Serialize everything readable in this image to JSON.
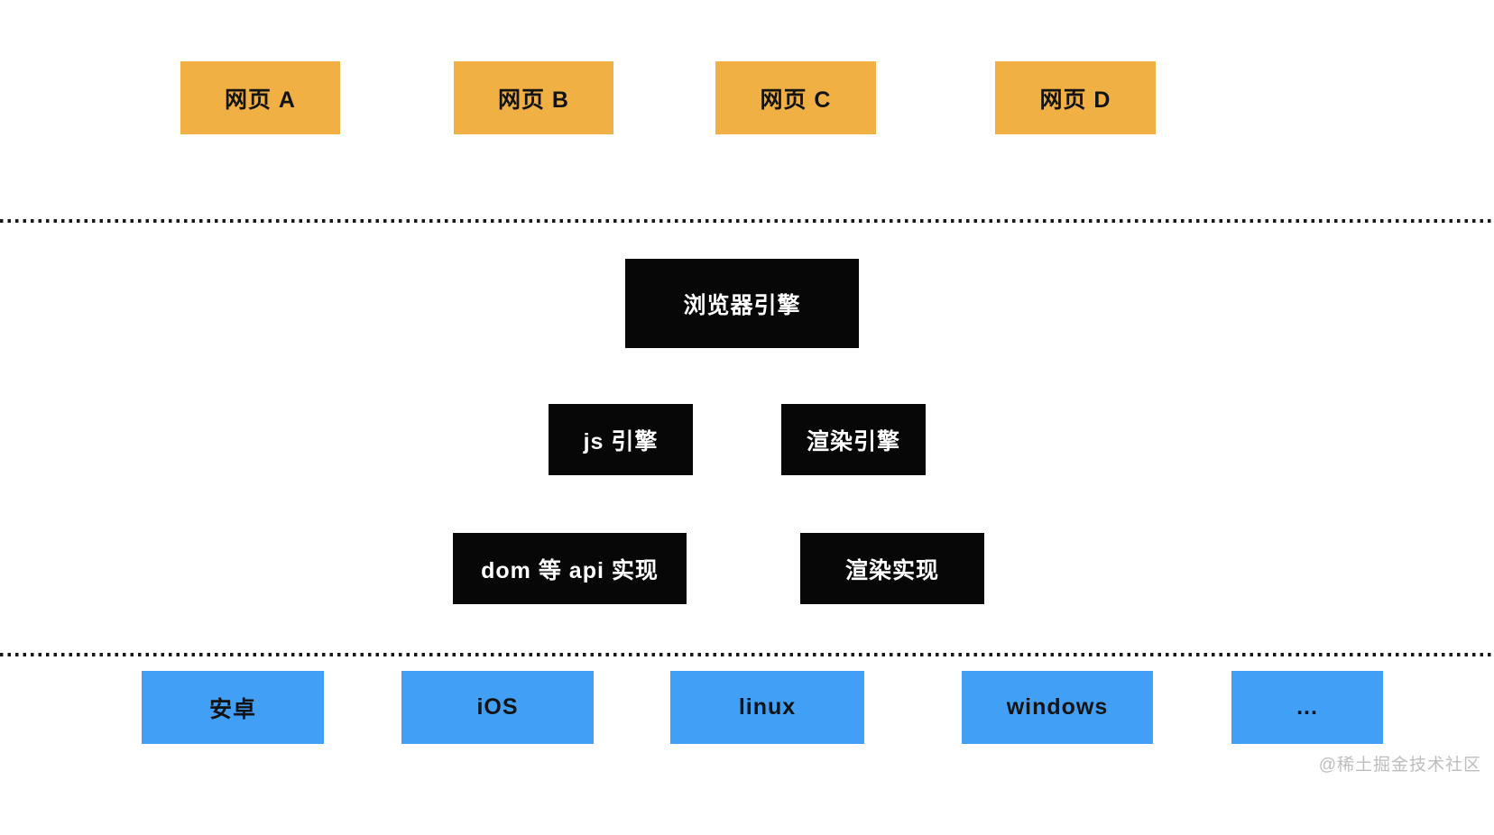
{
  "diagram": {
    "webpages": [
      {
        "label": "网页 A"
      },
      {
        "label": "网页 B"
      },
      {
        "label": "网页 C"
      },
      {
        "label": "网页 D"
      }
    ],
    "engine": {
      "root": {
        "label": "浏览器引擎"
      },
      "children": [
        {
          "label": "js 引擎"
        },
        {
          "label": "渲染引擎"
        }
      ],
      "implementations": [
        {
          "label": "dom 等 api 实现"
        },
        {
          "label": "渲染实现"
        }
      ]
    },
    "platforms": [
      {
        "label": "安卓"
      },
      {
        "label": "iOS"
      },
      {
        "label": "linux"
      },
      {
        "label": "windows"
      },
      {
        "label": "..."
      }
    ]
  },
  "watermark": {
    "text": "@稀土掘金技术社区"
  },
  "colors": {
    "background": "#ffffff",
    "webpage_box": "#F0B044",
    "engine_box": "#070707",
    "os_box": "#41A0F5",
    "dark_text": "#131313",
    "light_text": "#ffffff",
    "divider": "#1a1a1a",
    "watermark": "#bdbdbd"
  }
}
